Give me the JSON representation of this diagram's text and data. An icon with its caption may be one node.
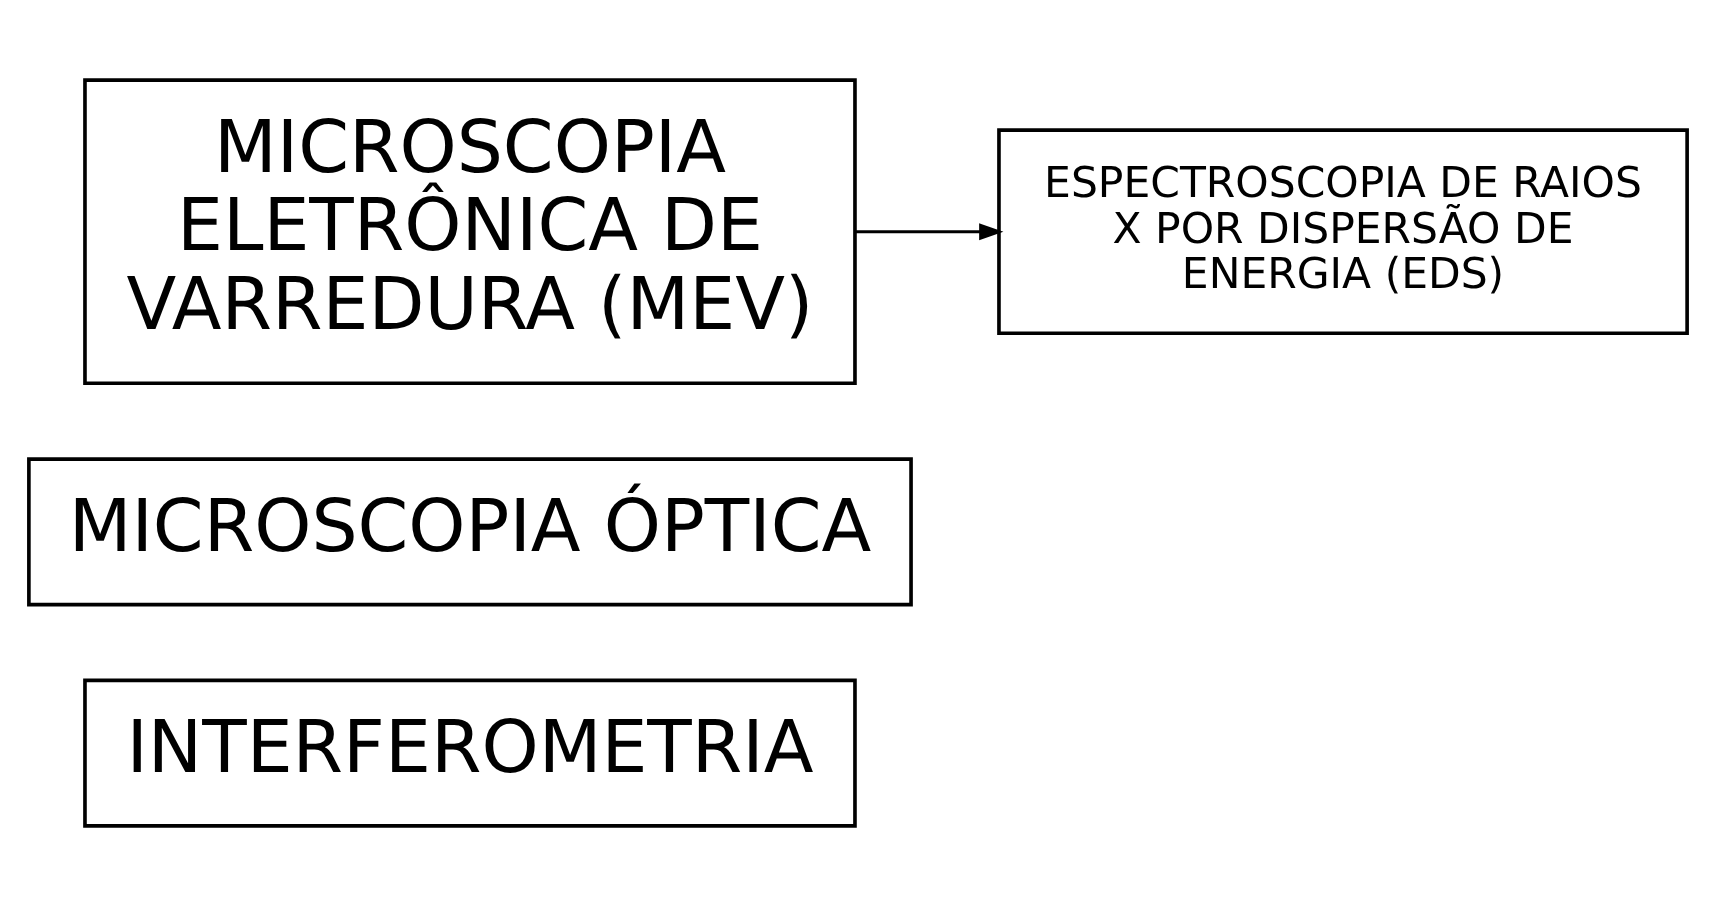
{
  "diagram": {
    "nodes": [
      {
        "text": [
          "MICROSCOPIA ELETRÔNICA DE VARREDURA (MEV)"
        ]
      },
      {
        "text": [
          "ESPECTROSCOPIA DE RAIOS X POR DISPERSÃO DE ENERGIA (EDS)"
        ]
      },
      {
        "text": [
          "MICROSCOPIA ÓPTICA"
        ]
      },
      {
        "text": [
          "INTERFEROMETRIA"
        ]
      }
    ],
    "edges": [
      {
        "from": 0,
        "to": 1,
        "arrow": "to"
      }
    ]
  }
}
